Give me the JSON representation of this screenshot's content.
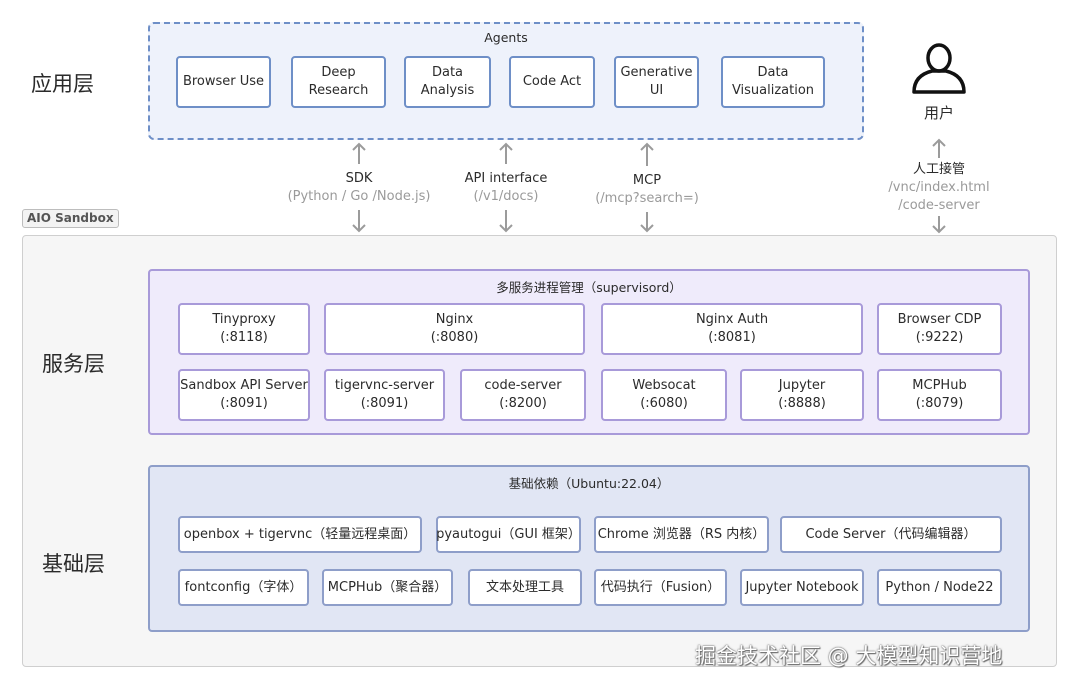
{
  "layers": {
    "application": "应用层",
    "service": "服务层",
    "base": "基础层"
  },
  "agents": {
    "title": "Agents",
    "items": [
      {
        "line1": "Browser Use",
        "line2": ""
      },
      {
        "line1": "Deep",
        "line2": "Research"
      },
      {
        "line1": "Data",
        "line2": "Analysis"
      },
      {
        "line1": "Code Act",
        "line2": ""
      },
      {
        "line1": "Generative",
        "line2": "UI"
      },
      {
        "line1": "Data",
        "line2": "Visualization"
      }
    ]
  },
  "user": {
    "label": "用户",
    "icon": "user-icon"
  },
  "connectors": {
    "sdk": {
      "main": "SDK",
      "sub": "(Python / Go /Node.js)"
    },
    "api": {
      "main": "API interface",
      "sub": "(/v1/docs)"
    },
    "mcp": {
      "main": "MCP",
      "sub": "(/mcp?search=)"
    },
    "human": {
      "main": "人工接管",
      "sub1": "/vnc/index.html",
      "sub2": "/code-server"
    }
  },
  "sandbox": {
    "tag": "AIO Sandbox"
  },
  "services": {
    "title": "多服务进程管理（supervisord）",
    "items": [
      {
        "name": "Tinyproxy",
        "port": "(:8118)"
      },
      {
        "name": "Nginx",
        "port": "(:8080)"
      },
      {
        "name": "Nginx Auth",
        "port": "(:8081)"
      },
      {
        "name": "Browser CDP",
        "port": "(:9222)"
      },
      {
        "name": "Sandbox API Server",
        "port": "(:8091)"
      },
      {
        "name": "tigervnc-server",
        "port": "(:8091)"
      },
      {
        "name": "code-server",
        "port": "(:8200)"
      },
      {
        "name": "Websocat",
        "port": "(:6080)"
      },
      {
        "name": "Jupyter",
        "port": "(:8888)"
      },
      {
        "name": "MCPHub",
        "port": "(:8079)"
      }
    ]
  },
  "base": {
    "title": "基础依赖（Ubuntu:22.04）",
    "items": [
      "openbox + tigervnc（轻量远程桌面）",
      "pyautogui（GUI 框架）",
      "Chrome 浏览器（RS 内核）",
      "Code Server（代码编辑器）",
      "fontconfig（字体）",
      "MCPHub（聚合器）",
      "文本处理工具",
      "代码执行（Fusion）",
      "Jupyter Notebook",
      "Python / Node22"
    ]
  },
  "watermark": "掘金技术社区 @ 大模型知识营地",
  "colors": {
    "agents_bg": "#eef2fb",
    "agents_border": "#6e8fc7",
    "sandbox_bg": "#f6f6f6",
    "service_bg": "#efebfb",
    "service_border": "#a89ad9",
    "base_bg": "#e1e6f4",
    "base_border": "#8e9ec9"
  }
}
